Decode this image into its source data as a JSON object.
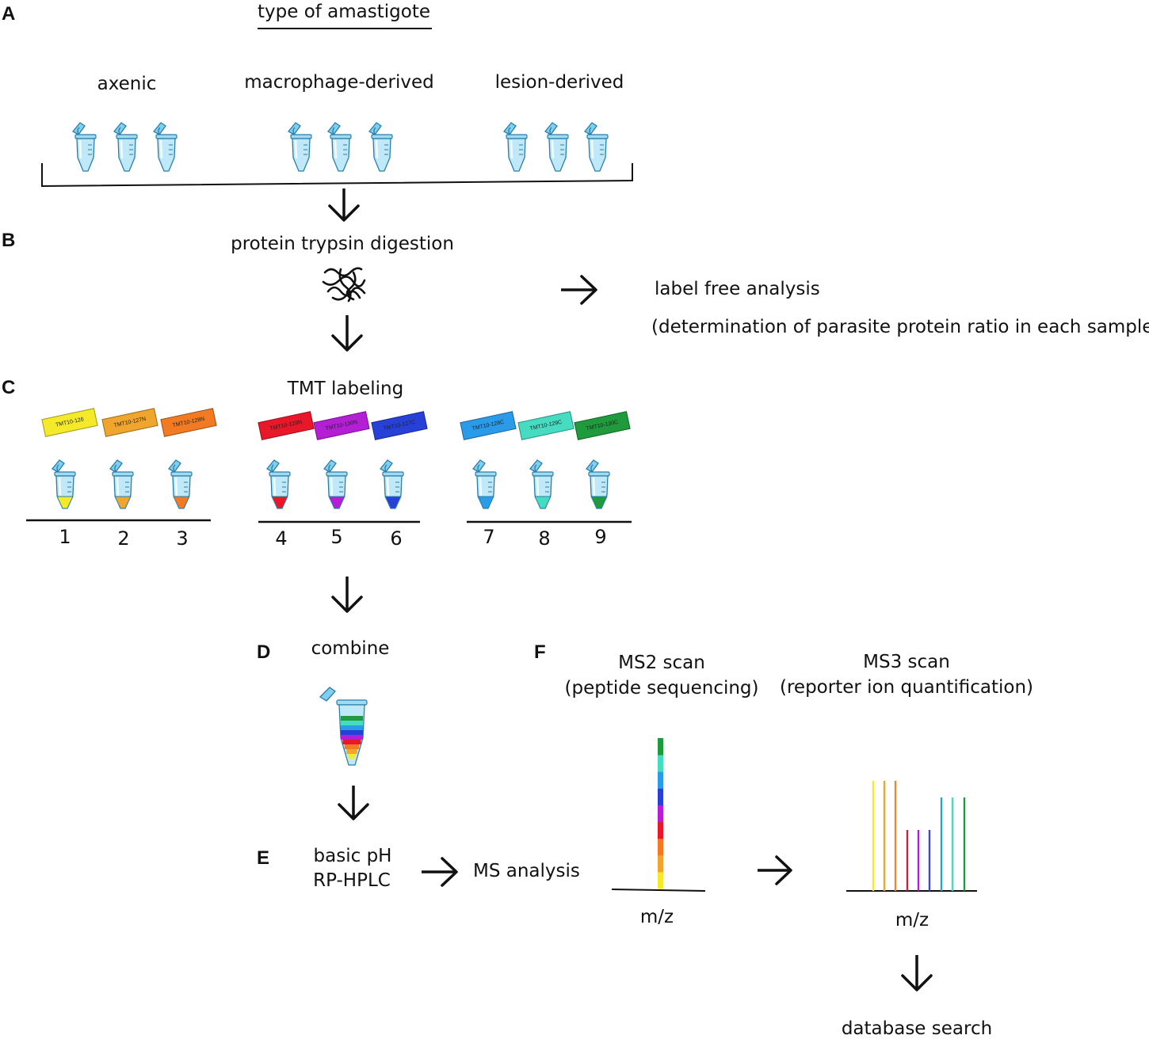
{
  "panels": {
    "a": "A",
    "b": "B",
    "c": "C",
    "d": "D",
    "e": "E",
    "f": "F"
  },
  "section_a": {
    "header": "type of amastigote",
    "groups": [
      "axenic",
      "macrophage-derived",
      "lesion-derived"
    ]
  },
  "section_b": {
    "title": "protein trypsin digestion",
    "side_title": "label free analysis",
    "side_note": "(determination of parasite protein ratio in each sample)"
  },
  "section_c": {
    "title": "TMT labeling",
    "labels": [
      {
        "text": "TMT10-126",
        "color": "#f4ea2a"
      },
      {
        "text": "TMT10-127N",
        "color": "#f0a52c"
      },
      {
        "text": "TMT10-128N",
        "color": "#f27a22"
      },
      {
        "text": "TMT10-129N",
        "color": "#e8182a"
      },
      {
        "text": "TMT10-130N",
        "color": "#b41fd6"
      },
      {
        "text": "TMT10-127C",
        "color": "#2741d8"
      },
      {
        "text": "TMT10-128C",
        "color": "#2a9be8"
      },
      {
        "text": "TMT10-129C",
        "color": "#46dcc2"
      },
      {
        "text": "TMT10-130C",
        "color": "#1f9a3c"
      }
    ],
    "numbers": [
      "1",
      "2",
      "3",
      "4",
      "5",
      "6",
      "7",
      "8",
      "9"
    ]
  },
  "section_d": {
    "title": "combine"
  },
  "section_e": {
    "line1": "basic pH",
    "line2": "RP-HPLC",
    "ms": "MS analysis"
  },
  "section_f": {
    "ms2_title": "MS2 scan",
    "ms2_sub": "(peptide sequencing)",
    "ms3_title": "MS3 scan",
    "ms3_sub": "(reporter ion quantification)",
    "ms2_axis": "m/z",
    "ms3_axis": "m/z",
    "final": "database search"
  },
  "colors": {
    "tube_blue": "#5cc0e8",
    "ms2_stack": [
      "#f4ea2a",
      "#f0a52c",
      "#f27a22",
      "#e8182a",
      "#b41fd6",
      "#2741d8",
      "#2a9be8",
      "#46dcc2",
      "#1f9a3c"
    ],
    "ms3_peaks": [
      "#f4ea2a",
      "#f0a52c",
      "#e2893a",
      "#c8233a",
      "#b41fd6",
      "#3b48d2",
      "#2aa8b8",
      "#46dcc2",
      "#1f9a3c"
    ]
  }
}
